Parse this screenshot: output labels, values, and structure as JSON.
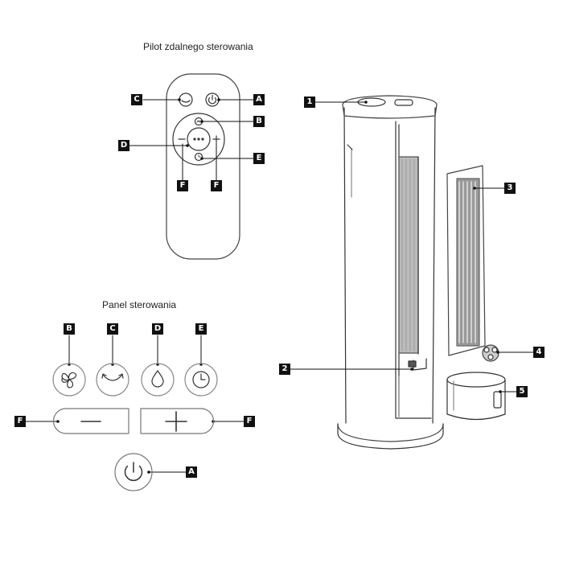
{
  "remote": {
    "title": "Pilot zdalnego sterowania"
  },
  "panel": {
    "title": "Panel sterowania"
  },
  "labels": {
    "A": "A",
    "B": "B",
    "C": "C",
    "D": "D",
    "E": "E",
    "F": "F",
    "n1": "1",
    "n2": "2",
    "n3": "3",
    "n4": "4",
    "n5": "5"
  }
}
